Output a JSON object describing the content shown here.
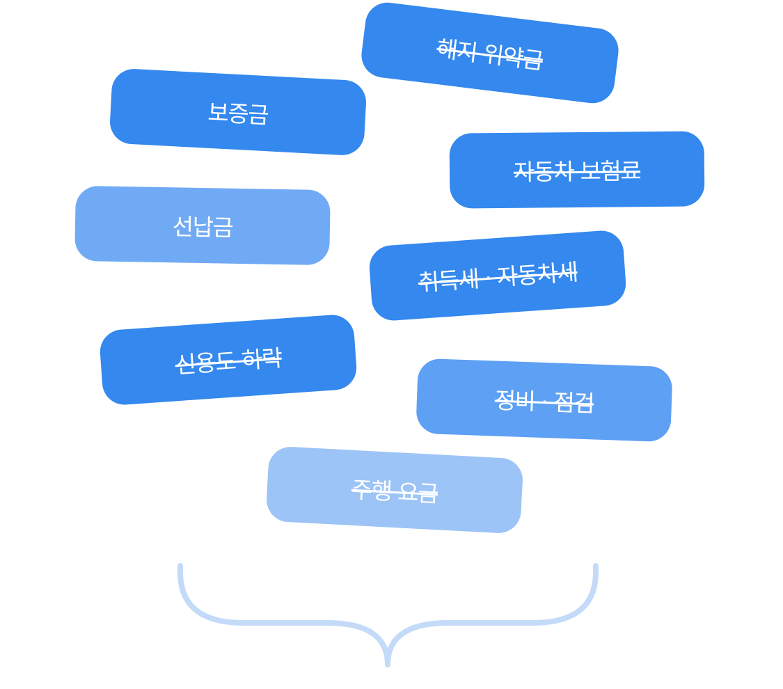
{
  "tags": [
    {
      "label": "해지 위약금",
      "color": "#3488EE",
      "strike": true
    },
    {
      "label": "보증금",
      "color": "#3488EE",
      "strike": false
    },
    {
      "label": "자동차 보험료",
      "color": "#3488EE",
      "strike": true
    },
    {
      "label": "선납금",
      "color": "#71AAF4",
      "strike": false
    },
    {
      "label": "취득세 · 자동차세",
      "color": "#3488EE",
      "strike": true
    },
    {
      "label": "신용도 하락",
      "color": "#3488EE",
      "strike": true
    },
    {
      "label": "정비 · 점검",
      "color": "#5EA0F3",
      "strike": true
    },
    {
      "label": "주행 요금",
      "color": "#9CC4F6",
      "strike": true
    }
  ],
  "brace_color": "#C3DBF8"
}
